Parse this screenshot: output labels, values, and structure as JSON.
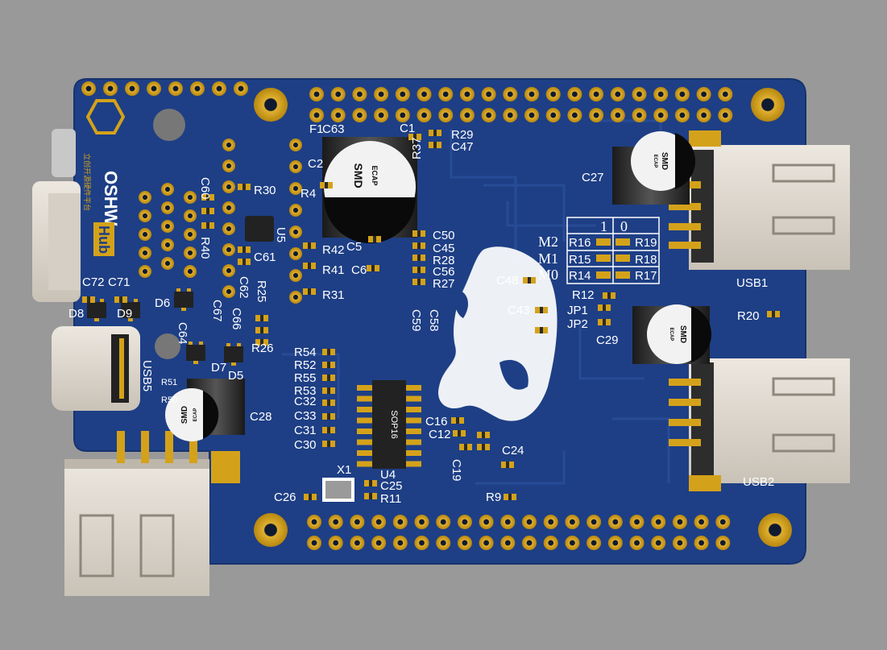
{
  "board": {
    "logo_text": "OSHW",
    "logo_hub": "Hub",
    "logo_cn": "立创开源硬件平台",
    "colors": {
      "background": "#999999",
      "pcb": "#1e3f85",
      "pad_gold": "#d4a21a",
      "silk": "#ffffff",
      "connector_metal": "#d9d3ca"
    }
  },
  "labels": {
    "usb1": "USB1",
    "usb2": "USB2",
    "usb5": "USB5",
    "x1": "X1",
    "u4": "U4",
    "u5": "U5",
    "jp1": "JP1",
    "jp2": "JP2",
    "c27": "C27",
    "c29": "C29",
    "c28": "C28",
    "r20": "R20",
    "r12": "R12",
    "c48": "C48",
    "c43": "C43",
    "c24": "C24",
    "r9": "R9",
    "c26": "C26",
    "c25": "C25",
    "r11": "R11",
    "c16": "C16",
    "c12": "C12",
    "c19": "C19",
    "f1": "F1",
    "c63": "C63",
    "c1": "C1",
    "r29": "R29",
    "c47": "C47",
    "r37": "R37",
    "c2": "C2",
    "r4": "R4",
    "c5": "C5",
    "r42": "R42",
    "r41": "R41",
    "c6": "C6",
    "r31": "R31",
    "r30": "R30",
    "c60": "C60",
    "r40": "R40",
    "c61": "C61",
    "c62": "C62",
    "r25": "R25",
    "c67": "C67",
    "c66": "C66",
    "c64": "C64",
    "r26": "R26",
    "c72": "C72",
    "c71": "C71",
    "d8": "D8",
    "d9": "D9",
    "d6": "D6",
    "d7": "D7",
    "d5": "D5",
    "r51": "R51",
    "r50": "R50",
    "c50": "C50",
    "c45": "C45",
    "r28": "R28",
    "c56": "C56",
    "r27": "R27",
    "c59": "C59",
    "c58": "C58",
    "r54": "R54",
    "r52": "R52",
    "r55": "R55",
    "r53": "R53",
    "c32": "C32",
    "c33": "C33",
    "c31": "C31",
    "c30": "C30",
    "sop16": "SOP16",
    "smd": "SMD",
    "ecap": "ECAP"
  },
  "mode_table": {
    "col_headers": [
      "1",
      "0"
    ],
    "rows": [
      {
        "mode": "M2",
        "left": "R16",
        "right": "R19"
      },
      {
        "mode": "M1",
        "left": "R15",
        "right": "R18"
      },
      {
        "mode": "M0",
        "left": "R14",
        "right": "R17"
      }
    ]
  }
}
